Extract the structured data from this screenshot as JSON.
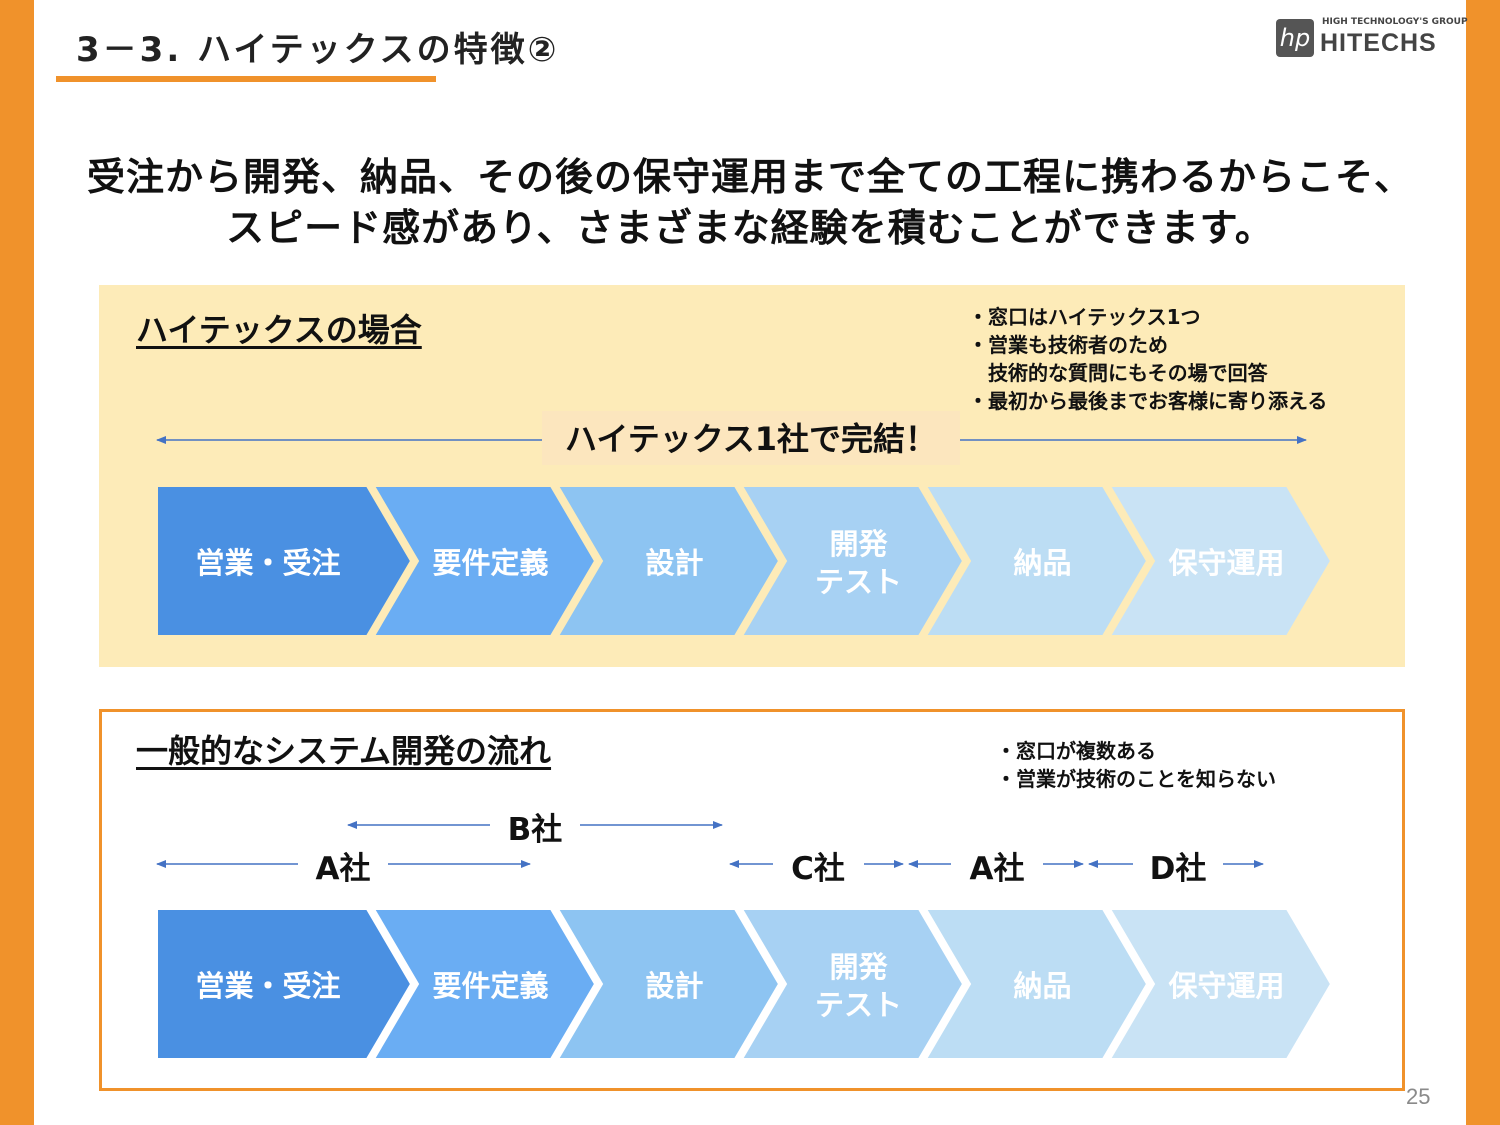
{
  "slide": {
    "title": "3－3. ハイテックスの特徴②",
    "page_number": "25",
    "accent_color": "#F0922B"
  },
  "logo": {
    "tagline": "HIGH TECHNOLOGY'S GROUP",
    "name": "HITECHS",
    "mark": "hp"
  },
  "headline": {
    "line1": "受注から開発、納品、その後の保守運用まで全ての工程に携わるからこそ、",
    "line2": "スピード感があり、さまざまな経験を積むことができます。"
  },
  "hitechs_case": {
    "heading": "ハイテックスの場合",
    "notes": [
      "・窓口はハイテックス1つ",
      "・営業も技術者のため",
      "　技術的な質問にもその場で回答",
      "・最初から最後までお客様に寄り添える"
    ],
    "banner": "ハイテックス1社で完結！",
    "panel_color": "#FDEBB8"
  },
  "general_case": {
    "heading": "一般的なシステム開発の流れ",
    "notes": [
      "・窓口が複数ある",
      "・営業が技術のことを知らない"
    ],
    "vendors": [
      "A社",
      "B社",
      "C社",
      "A社",
      "D社"
    ]
  },
  "process_steps": [
    {
      "label": "営業・受注",
      "color": "#4A90E2"
    },
    {
      "label": "要件定義",
      "color": "#6AADF3"
    },
    {
      "label": "設計",
      "color": "#8DC4F2"
    },
    {
      "label": "開発\nテスト",
      "color": "#A7D1F3"
    },
    {
      "label": "納品",
      "color": "#BCDDF4"
    },
    {
      "label": "保守運用",
      "color": "#C9E3F5"
    }
  ]
}
